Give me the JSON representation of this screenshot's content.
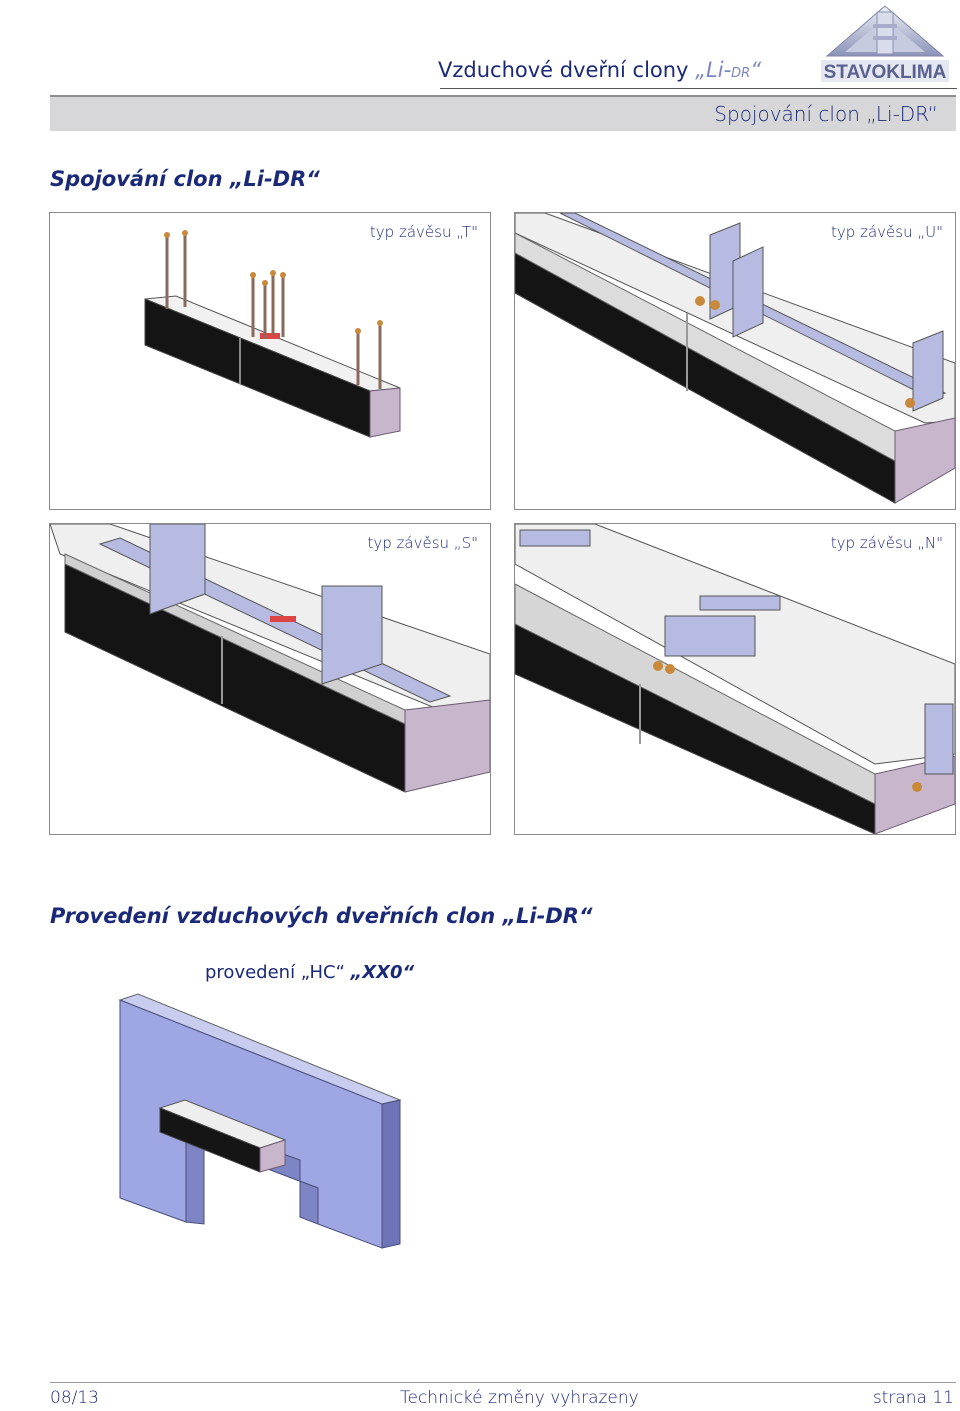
{
  "header": {
    "doc_title_main": "Vzduchové dveřní clony ",
    "doc_title_accent": "„Li-",
    "doc_title_accent_small": "DR",
    "doc_title_close": "“",
    "logo_text": "STAVOKLIMA",
    "section_title": "Spojování clon „Li-DR“"
  },
  "section1": {
    "heading": "Spojování clon „Li-DR“",
    "panels": [
      {
        "caption": "typ závěsu „T\""
      },
      {
        "caption": "typ závěsu „U\""
      },
      {
        "caption": "typ závěsu „S\""
      },
      {
        "caption": "typ závěsu „N\""
      }
    ]
  },
  "section2": {
    "heading": "Provedení vzduchových dveřních clon „Li-DR“",
    "variant_label": "provedení „HC“ ",
    "variant_code": "„XX0“"
  },
  "footer": {
    "date": "08/13",
    "notice": "Technické změny vyhrazeny",
    "page": "strana 11"
  },
  "colors": {
    "brand": "#1b2a78",
    "accent": "#7a86c4",
    "bar": "#d7d7d9",
    "unit_face": "#141414",
    "end_cap": "#c8b6cc",
    "bracket": "#b7bbe2",
    "wall": "#9ea6e4"
  }
}
